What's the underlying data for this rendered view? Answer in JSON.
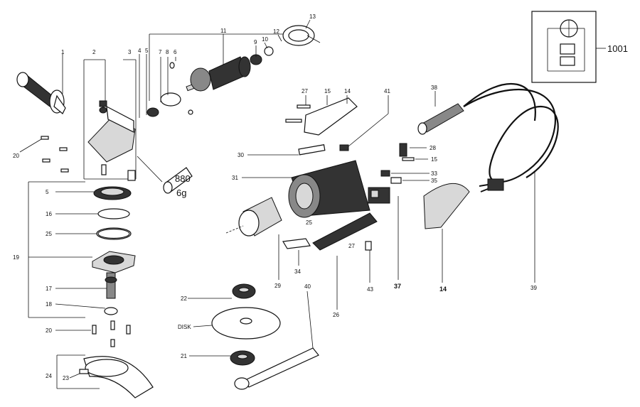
{
  "labels": {
    "p1": "1",
    "p2": "2",
    "p3": "3",
    "p4": "4",
    "p5a": "5",
    "p5b": "5",
    "p6": "6",
    "p7": "7",
    "p8": "8",
    "p9": "9",
    "p10": "10",
    "p11": "11",
    "p12": "12",
    "p13": "13",
    "p14a": "14",
    "p14b": "14",
    "p15a": "15",
    "p15b": "15",
    "p16": "16",
    "p17": "17",
    "p18": "18",
    "p19": "19",
    "p20a": "20",
    "p20b": "20",
    "p21": "21",
    "p22": "22",
    "p23": "23",
    "p24": "24",
    "p25a": "25",
    "p25b": "25",
    "p26": "26",
    "p27a": "27",
    "p27b": "27",
    "p28": "28",
    "p29": "29",
    "p30": "30",
    "p31": "31",
    "p33": "33",
    "p34": "34",
    "p35": "35",
    "p37": "37",
    "p38": "38",
    "p39": "39",
    "p40": "40",
    "p41": "41",
    "p43": "43",
    "p1001": "1001",
    "disk": "DISK",
    "grease_weight": "6g",
    "grease_code": "880"
  }
}
